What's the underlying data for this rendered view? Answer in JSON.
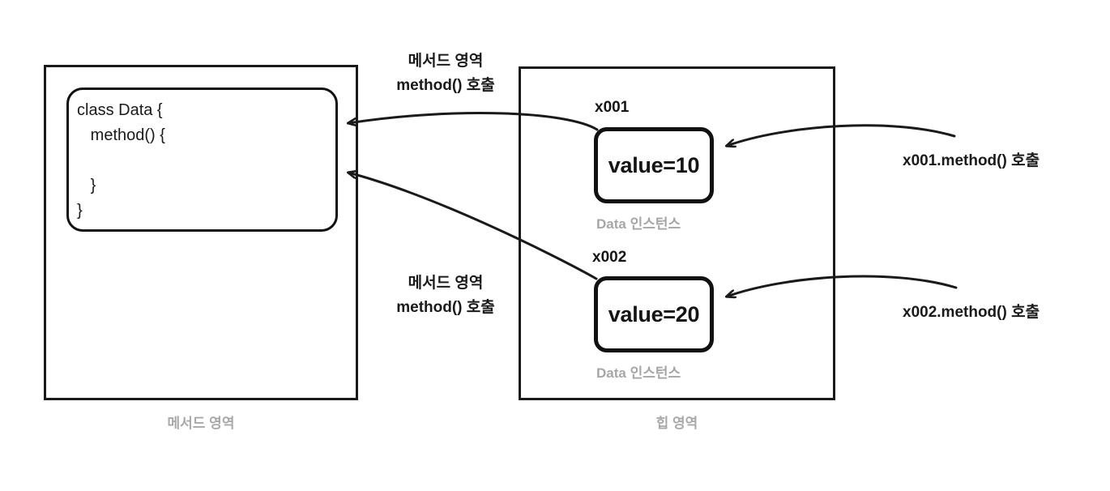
{
  "diagram": {
    "title": "JVM method area and heap area instance method call diagram",
    "method_region": {
      "caption": "메서드 영역",
      "class_code": "class Data {\n   method() {\n\n   }\n}"
    },
    "heap_region": {
      "caption": "힙 영역",
      "instances": [
        {
          "address": "x001",
          "value_text": "value=10",
          "caption": "Data 인스턴스"
        },
        {
          "address": "x002",
          "value_text": "value=20",
          "caption": "Data 인스턴스"
        }
      ]
    },
    "call_labels": [
      "메서드 영역\nmethod() 호출",
      "메서드 영역\nmethod() 호출"
    ],
    "side_labels": [
      "x001.method() 호출",
      "x002.method() 호출"
    ]
  },
  "colors": {
    "stroke": "#1a1a1a",
    "text": "#1a1a1a",
    "muted_text": "#a8a8a8",
    "background": "#ffffff"
  }
}
